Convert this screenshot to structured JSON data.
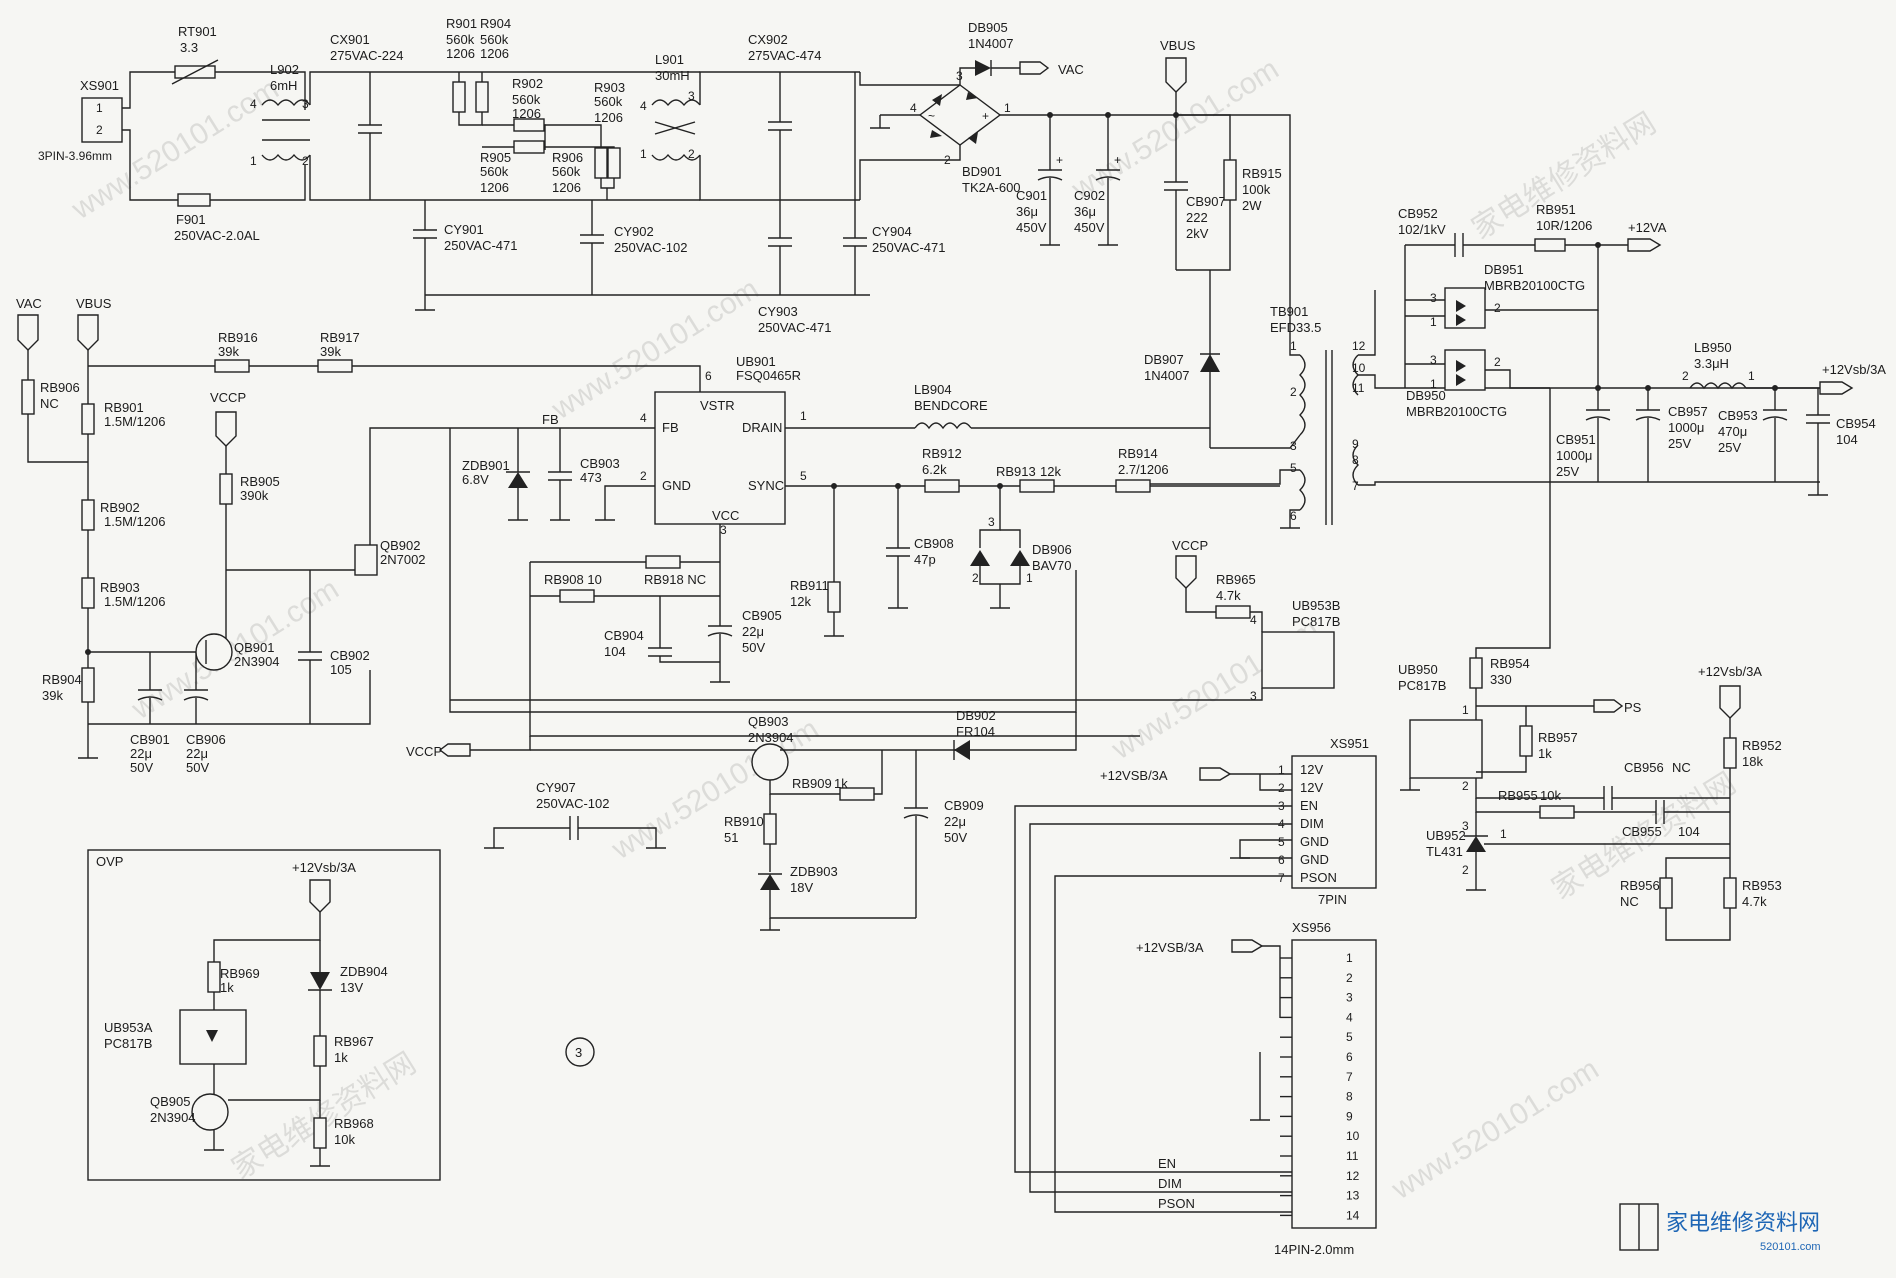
{
  "watermarks": {
    "url": "www.520101.com",
    "brand_cn": "家电维修资料网"
  },
  "brand": {
    "site_number": "520101.com"
  },
  "page": {
    "number": "3"
  },
  "nets": {
    "vac": "VAC",
    "vbus": "VBUS",
    "vccp": "VCCP",
    "fb": "FB",
    "v12va": "+12VA",
    "v12vsb_3a": "+12Vsb/3A",
    "v12vsb_3a_caps": "+12VSB/3A",
    "ps": "PS"
  },
  "ovp": {
    "title": "OVP"
  },
  "components": {
    "xs901": {
      "ref": "XS901",
      "value": "3PIN-3.96mm"
    },
    "rt901": {
      "ref": "RT901",
      "value": "3.3"
    },
    "f901": {
      "ref": "F901",
      "value": "250VAC-2.0AL"
    },
    "l902": {
      "ref": "L902",
      "value": "6mH"
    },
    "cx901": {
      "ref": "CX901",
      "value": "275VAC-224"
    },
    "cy901": {
      "ref": "CY901",
      "value": "250VAC-471"
    },
    "r901": {
      "ref": "R901",
      "value": "560k",
      "package": "1206"
    },
    "r904": {
      "ref": "R904",
      "value": "560k",
      "package": "1206"
    },
    "r902": {
      "ref": "R902",
      "value": "560k",
      "package": "1206"
    },
    "r905": {
      "ref": "R905",
      "value": "560k",
      "package": "1206"
    },
    "r906": {
      "ref": "R906",
      "value": "560k",
      "package": "1206"
    },
    "r903": {
      "ref": "R903",
      "value": "560k",
      "package": "1206"
    },
    "cy902": {
      "ref": "CY902",
      "value": "250VAC-102"
    },
    "l901": {
      "ref": "L901",
      "value": "30mH"
    },
    "cx902": {
      "ref": "CX902",
      "value": "275VAC-474"
    },
    "cy903": {
      "ref": "CY903",
      "value": "250VAC-471"
    },
    "cy904": {
      "ref": "CY904",
      "value": "250VAC-471"
    },
    "db905": {
      "ref": "DB905",
      "value": "1N4007"
    },
    "bd901": {
      "ref": "BD901",
      "value": "TK2A-600"
    },
    "c901": {
      "ref": "C901",
      "value": "36μ",
      "voltage": "450V"
    },
    "c902": {
      "ref": "C902",
      "value": "36μ",
      "voltage": "450V"
    },
    "cb907": {
      "ref": "CB907",
      "value": "222",
      "voltage": "2kV"
    },
    "rb915": {
      "ref": "RB915",
      "value": "100k",
      "power": "2W"
    },
    "db907": {
      "ref": "DB907",
      "value": "1N4007"
    },
    "tb901": {
      "ref": "TB901",
      "value": "EFD33.5"
    },
    "cb952": {
      "ref": "CB952",
      "value": "102/1kV"
    },
    "rb951": {
      "ref": "RB951",
      "value": "10R/1206"
    },
    "db951": {
      "ref": "DB951",
      "value": "MBRB20100CTG"
    },
    "db950": {
      "ref": "DB950",
      "value": "MBRB20100CTG"
    },
    "cb951": {
      "ref": "CB951",
      "value": "1000μ",
      "voltage": "25V"
    },
    "cb957": {
      "ref": "CB957",
      "value": "1000μ",
      "voltage": "25V"
    },
    "lb950": {
      "ref": "LB950",
      "value": "3.3μH"
    },
    "cb953": {
      "ref": "CB953",
      "value": "470μ",
      "voltage": "25V"
    },
    "cb954": {
      "ref": "CB954",
      "value": "104"
    },
    "rb906": {
      "ref": "RB906",
      "value": "NC"
    },
    "rb916": {
      "ref": "RB916",
      "value": "39k"
    },
    "rb917": {
      "ref": "RB917",
      "value": "39k"
    },
    "rb901": {
      "ref": "RB901",
      "value": "1.5M/1206"
    },
    "rb902": {
      "ref": "RB902",
      "value": "1.5M/1206"
    },
    "rb903": {
      "ref": "RB903",
      "value": "1.5M/1206"
    },
    "rb904": {
      "ref": "RB904",
      "value": "39k"
    },
    "cb901": {
      "ref": "CB901",
      "value": "22μ",
      "voltage": "50V"
    },
    "cb906": {
      "ref": "CB906",
      "value": "22μ",
      "voltage": "50V"
    },
    "rb905": {
      "ref": "RB905",
      "value": "390k"
    },
    "qb901": {
      "ref": "QB901",
      "value": "2N3904"
    },
    "cb902": {
      "ref": "CB902",
      "value": "105"
    },
    "qb902": {
      "ref": "QB902",
      "value": "2N7002"
    },
    "ub901": {
      "ref": "UB901",
      "value": "FSQ0465R",
      "pins": {
        "vstr": "VSTR",
        "fb": "FB",
        "drain": "DRAIN",
        "gnd": "GND",
        "sync": "SYNC",
        "vcc": "VCC"
      }
    },
    "zdb901": {
      "ref": "ZDB901",
      "value": "6.8V"
    },
    "cb903": {
      "ref": "CB903",
      "value": "473"
    },
    "lb904": {
      "ref": "LB904",
      "value": "BENDCORE"
    },
    "rb912": {
      "ref": "RB912",
      "value": "6.2k"
    },
    "rb913": {
      "ref": "RB913",
      "value": "12k"
    },
    "rb914": {
      "ref": "RB914",
      "value": "2.7/1206"
    },
    "cb908": {
      "ref": "CB908",
      "value": "47p"
    },
    "rb911": {
      "ref": "RB911",
      "value": "12k"
    },
    "db906": {
      "ref": "DB906",
      "value": "BAV70"
    },
    "rb918": {
      "ref": "RB918 NC"
    },
    "rb908": {
      "ref": "RB908 10"
    },
    "cb904": {
      "ref": "CB904",
      "value": "104"
    },
    "cb905": {
      "ref": "CB905",
      "value": "22μ",
      "voltage": "50V"
    },
    "qb903": {
      "ref": "QB903",
      "value": "2N3904"
    },
    "db902": {
      "ref": "DB902",
      "value": "FR104"
    },
    "rb909": {
      "ref": "RB909",
      "value": "1k"
    },
    "cb909": {
      "ref": "CB909",
      "value": "22μ",
      "voltage": "50V"
    },
    "rb910": {
      "ref": "RB910",
      "value": "51"
    },
    "zdb903": {
      "ref": "ZDB903",
      "value": "18V"
    },
    "cy907": {
      "ref": "CY907",
      "value": "250VAC-102"
    },
    "rb965": {
      "ref": "RB965",
      "value": "4.7k"
    },
    "ub953b": {
      "ref": "UB953B",
      "value": "PC817B"
    },
    "ub950": {
      "ref": "UB950",
      "value": "PC817B"
    },
    "rb954": {
      "ref": "RB954",
      "value": "330"
    },
    "rb957": {
      "ref": "RB957",
      "value": "1k"
    },
    "cb956": {
      "ref": "CB956",
      "value": "NC"
    },
    "rb955": {
      "ref": "RB955",
      "value": "10k"
    },
    "cb955": {
      "ref": "CB955",
      "value": "104"
    },
    "ub952": {
      "ref": "UB952",
      "value": "TL431"
    },
    "rb952": {
      "ref": "RB952",
      "value": "18k"
    },
    "rb953": {
      "ref": "RB953",
      "value": "4.7k"
    },
    "rb956": {
      "ref": "RB956",
      "value": "NC"
    },
    "xs951": {
      "ref": "XS951",
      "pin_count": "7PIN",
      "pins": {
        "p1": "12V",
        "p2": "12V",
        "p3": "EN",
        "p4": "DIM",
        "p5": "GND",
        "p6": "GND",
        "p7": "PSON"
      }
    },
    "xs956": {
      "ref": "XS956",
      "pin_count": "14PIN-2.0mm",
      "signals": {
        "en": "EN",
        "dim": "DIM",
        "pson": "PSON"
      }
    },
    "rb969": {
      "ref": "RB969",
      "value": "1k"
    },
    "ub953a": {
      "ref": "UB953A",
      "value": "PC817B"
    },
    "qb905": {
      "ref": "QB905",
      "value": "2N3904"
    },
    "zdb904": {
      "ref": "ZDB904",
      "value": "13V"
    },
    "rb967": {
      "ref": "RB967",
      "value": "1k"
    },
    "rb968": {
      "ref": "RB968",
      "value": "10k"
    }
  }
}
